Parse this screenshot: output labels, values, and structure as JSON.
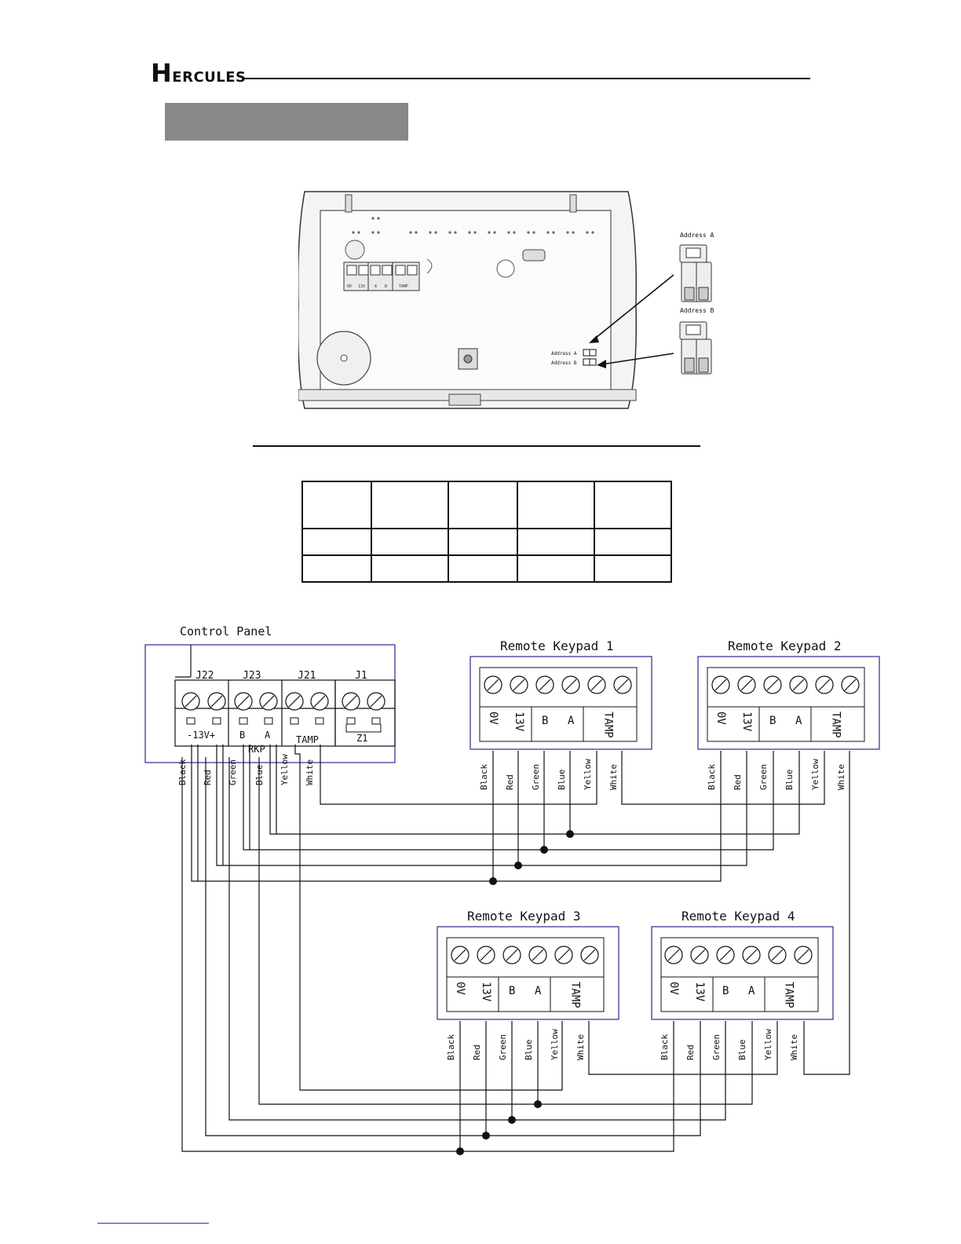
{
  "header": {
    "brand_initial": "H",
    "brand_rest": "ERCULES"
  },
  "figure": {
    "jumper_a_label": "Address A",
    "jumper_b_label": "Address B",
    "board_addr_a": "Address A",
    "board_addr_b": "Address B",
    "board_terminals": [
      "0V",
      "13V",
      "A",
      "B",
      "TAMP"
    ]
  },
  "address_table": {
    "rows": [
      [
        "",
        "",
        "",
        "",
        ""
      ],
      [
        "",
        "",
        "",
        "",
        ""
      ],
      [
        "",
        "",
        "",
        "",
        ""
      ]
    ]
  },
  "wiring": {
    "control_panel": {
      "title": "Control Panel",
      "connectors": [
        "J22",
        "J23",
        "J21",
        "J1"
      ],
      "terminal_labels": [
        "-13V+",
        "B",
        "A",
        "TAMP",
        "Z1"
      ],
      "rkp_label": "RKP"
    },
    "keypads": [
      {
        "title": "Remote Keypad 1"
      },
      {
        "title": "Remote Keypad 2"
      },
      {
        "title": "Remote Keypad 3"
      },
      {
        "title": "Remote Keypad 4"
      }
    ],
    "keypad_terminals": [
      "0V",
      "13V",
      "B",
      "A",
      "TAMP"
    ],
    "wire_colors": [
      "Black",
      "Red",
      "Green",
      "Blue",
      "Yellow",
      "White"
    ]
  },
  "colors": {
    "frame": "#2a2a8a",
    "banner": "#888888",
    "ink": "#111111"
  }
}
